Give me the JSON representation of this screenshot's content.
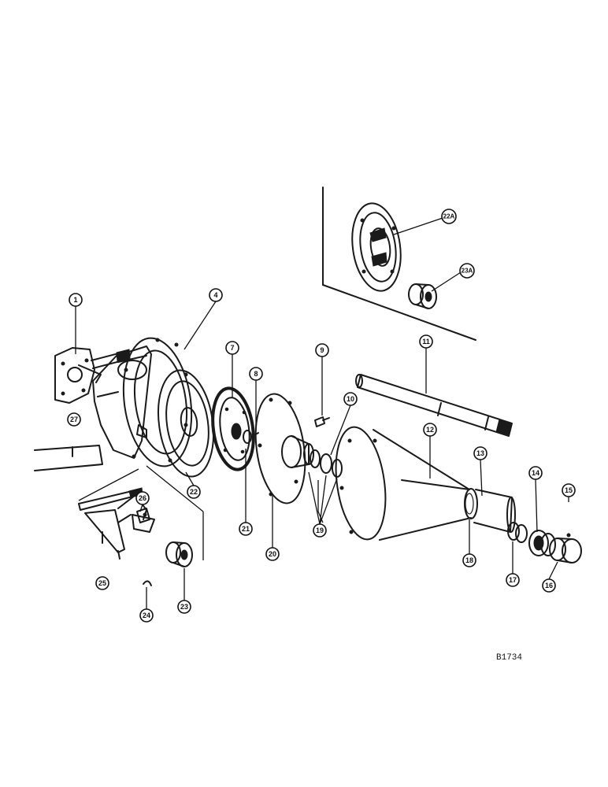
{
  "drawing_number": "B1734",
  "callouts": {
    "c1": "1",
    "c4": "4",
    "c7": "7",
    "c8": "8",
    "c9": "9",
    "c10": "10",
    "c11": "11",
    "c12": "12",
    "c13": "13",
    "c14": "14",
    "c15": "15",
    "c16": "16",
    "c17": "17",
    "c18": "18",
    "c19": "19",
    "c20": "20",
    "c21": "21",
    "c22": "22",
    "c23": "23",
    "c24": "24",
    "c25": "25",
    "c26": "26",
    "c27": "27",
    "c22a": "22A",
    "c23a": "23A"
  }
}
